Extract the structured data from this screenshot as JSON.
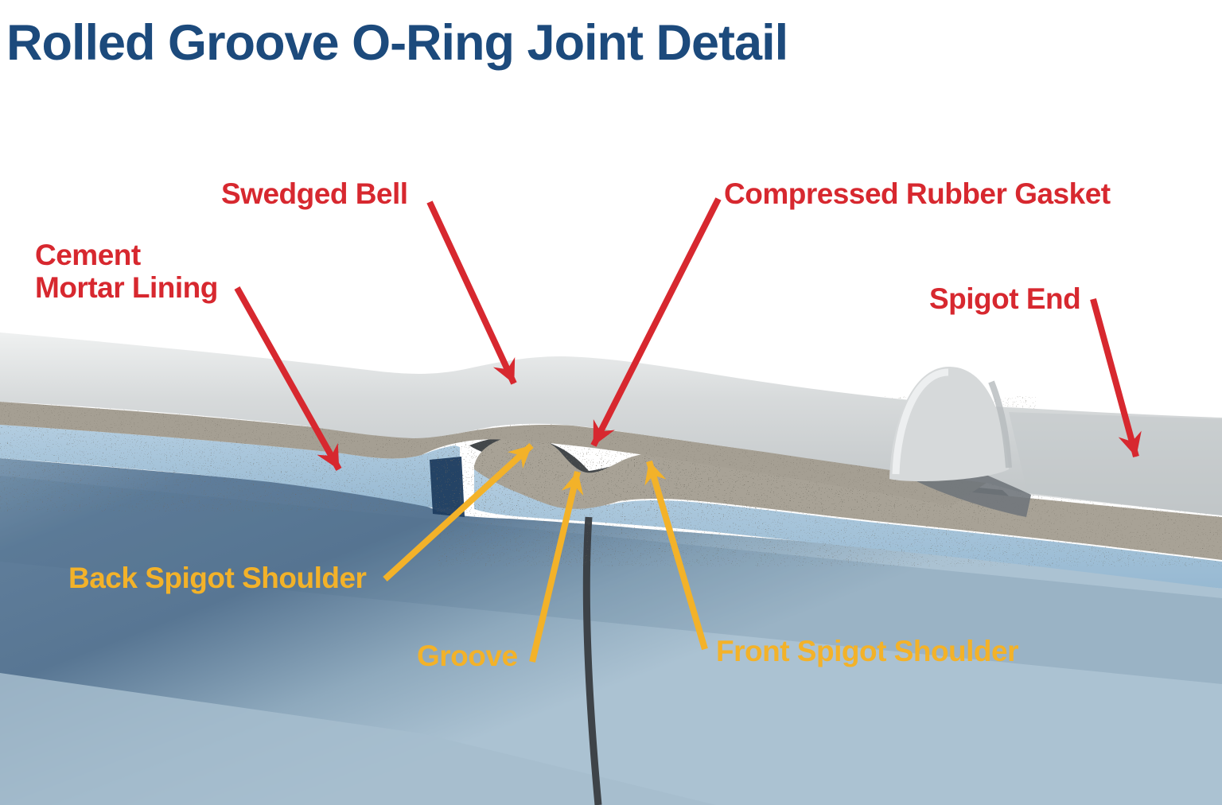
{
  "title": "Rolled Groove O-Ring Joint Detail",
  "labels": {
    "swedged_bell": "Swedged Bell",
    "compressed_rubber_gasket": "Compressed Rubber Gasket",
    "cement_mortar_lining_line1": "Cement",
    "cement_mortar_lining_line2": "Mortar Lining",
    "spigot_end": "Spigot End",
    "back_spigot_shoulder": "Back Spigot Shoulder",
    "groove": "Groove",
    "front_spigot_shoulder": "Front Spigot Shoulder"
  },
  "colors": {
    "title_blue": "#1c4a7c",
    "label_red": "#d7282f",
    "label_yellow": "#f3b229",
    "pipe_outer_gray": "#d8dadb",
    "mortar_coating_tan": "#a39d91",
    "lining_light_blue": "#a9c6db",
    "lining_face_blue": "#5f7d9a",
    "gasket_dark_gray": "#43474a"
  }
}
